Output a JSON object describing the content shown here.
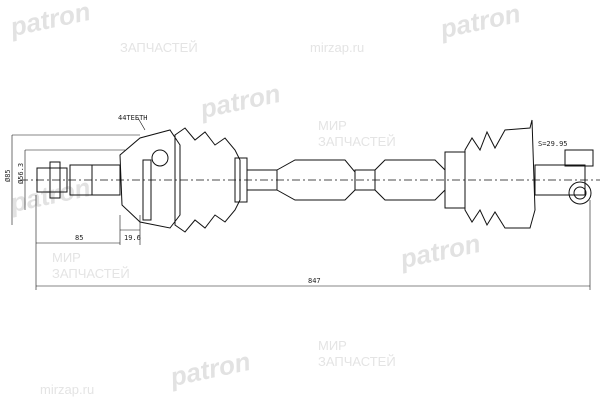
{
  "watermarks": {
    "logo": "patron",
    "line1": "МИР",
    "line2": "ЗАПЧАСТЕЙ",
    "site": "mirzap.ru"
  },
  "dimensions": {
    "teeth": "44TEETH",
    "outer_diameter": "Ø85",
    "inner_diameter": "Ø56.3",
    "length_left": "85",
    "length_joint": "19.6",
    "total_length": "847",
    "spline": "S=29.95"
  }
}
